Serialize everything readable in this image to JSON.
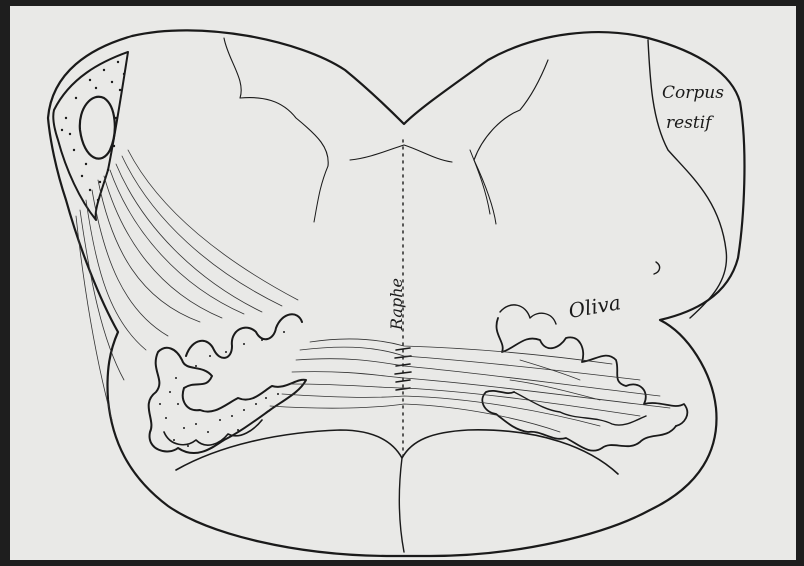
{
  "figure": {
    "labels": {
      "corpus_line1": "Corpus",
      "corpus_line2": "restif",
      "raphe": "Raphe",
      "oliva": "Oliva"
    },
    "colors": {
      "paper": "#e9e9e7",
      "ink": "#1a1a1a",
      "frame": "#1e1e1e"
    }
  }
}
